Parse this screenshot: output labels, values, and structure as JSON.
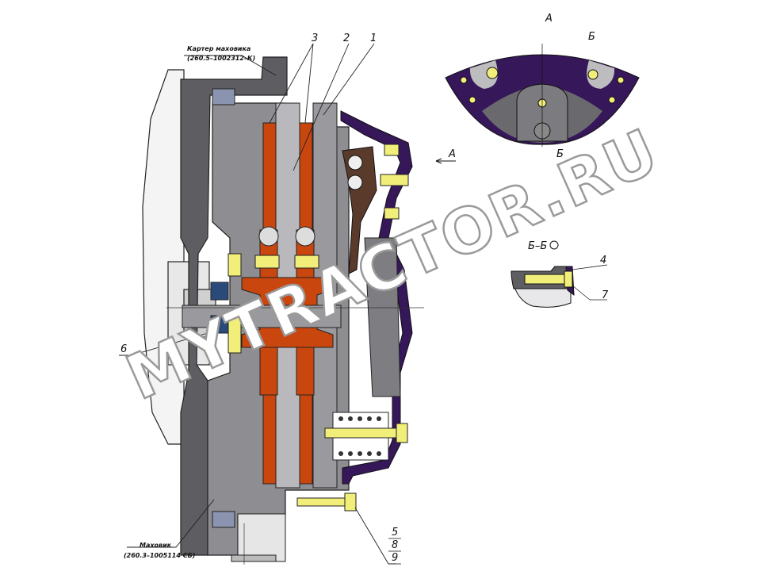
{
  "labels": {
    "housing_name": "Картер маховика",
    "housing_code": "(260.5–1002312–К)",
    "flywheel_name": "Маховик",
    "flywheel_code": "(260.3–1005114 СБ)",
    "view_a": "А",
    "view_a_arrow": "А",
    "section_b_top": "Б",
    "section_b_bottom": "Б",
    "section_bb": "Б–Б",
    "section_bb_scale_icon": "circle"
  },
  "callouts": [
    "1",
    "2",
    "3",
    "4",
    "5",
    "6",
    "7",
    "8",
    "9"
  ],
  "watermark": "MYTRACTOR.RU",
  "colors": {
    "purple": "#35175a",
    "orange": "#c9470f",
    "yellow": "#f2ee7a",
    "dark_gray": "#5e5e62",
    "mid_gray": "#8d8d92",
    "light_gray": "#d4d4d6",
    "blue": "#2a4a7a"
  }
}
